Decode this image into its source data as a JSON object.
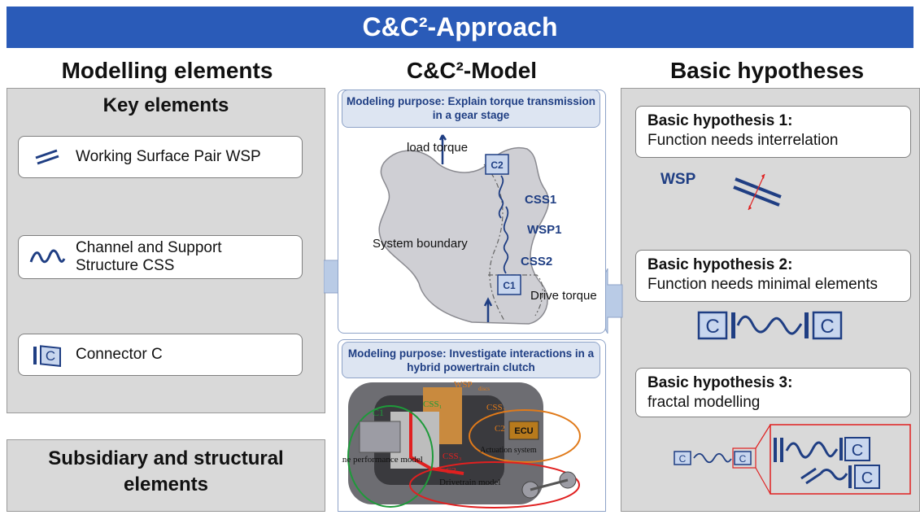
{
  "banner_title": "C&C²-Approach",
  "columns": {
    "left": "Modelling elements",
    "middle": "C&C²-Model",
    "right": "Basic hypotheses"
  },
  "left": {
    "key_heading": "Key elements",
    "items": [
      {
        "label": "Working Surface Pair WSP",
        "icon": "wsp-icon"
      },
      {
        "label": "Channel and Support Structure CSS",
        "icon": "css-wave-icon"
      },
      {
        "label": "Connector C",
        "icon": "connector-icon"
      }
    ],
    "subsidiary_heading": "Subsidiary and structural elements"
  },
  "middle": {
    "purpose1": "Modeling purpose: Explain torque transmission in a gear stage",
    "gear_labels": {
      "load_torque": "load torque",
      "c2": "C2",
      "css1": "CSS1",
      "wsp1": "WSP1",
      "system_boundary": "System boundary",
      "css2": "CSS2",
      "c1": "C1",
      "drive_torque": "Drive torque"
    },
    "purpose2": "Modeling purpose: Investigate interactions in a hybrid powertrain clutch",
    "clutch_labels": {
      "c1": "C1",
      "engine": "Engine performance model",
      "css1": "CSS₁",
      "wsp": "WSP",
      "wsp_sub": "discs",
      "css2": "CSS₂",
      "c2": "C2",
      "actuation": "Actuation system",
      "css3": "CSS₃",
      "c3": "C3",
      "drivetrain": "Drivetrain model",
      "ecu": "ECU"
    }
  },
  "right": {
    "hypotheses": [
      {
        "title": "Basic hypothesis 1:",
        "text": "Function needs interrelation"
      },
      {
        "title": "Basic hypothesis 2:",
        "text": "Function needs minimal elements"
      },
      {
        "title": "Basic hypothesis 3:",
        "text": "fractal modelling"
      }
    ],
    "wsp_label": "WSP",
    "c_letter": "C"
  },
  "colors": {
    "banner": "#2a5bb8",
    "dark_blue": "#1f3e83",
    "panel_grey": "#d9d9d9",
    "purpose_bg": "#dde5f2",
    "red": "#e02020",
    "arrow_blue": "#b9cbe6"
  }
}
